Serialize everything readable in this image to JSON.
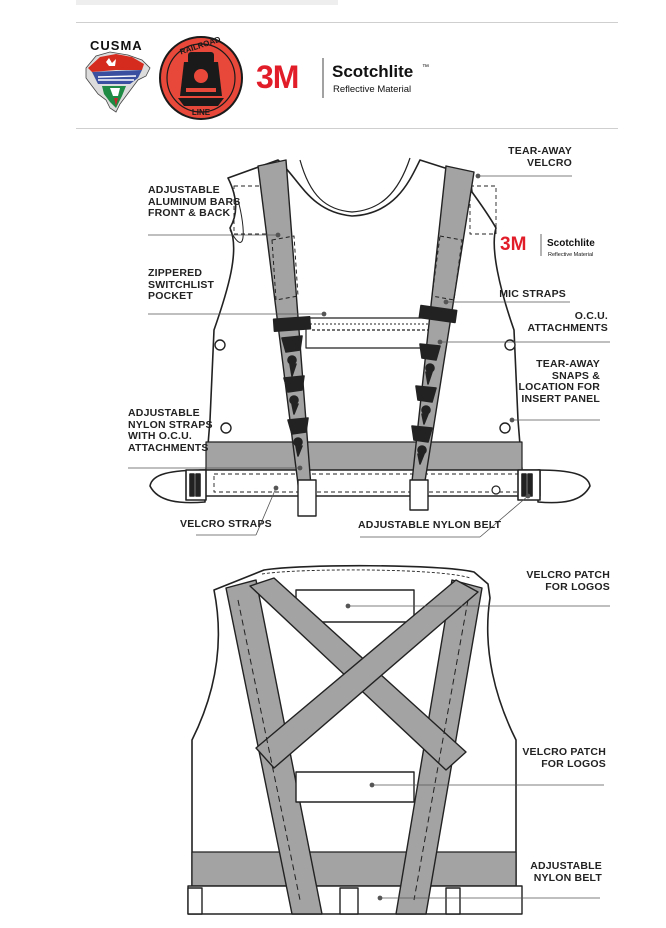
{
  "logos": {
    "cusma": "CUSMA",
    "railroad_top": "RAILROAD",
    "railroad_bottom": "LINE",
    "brand_3m": "3M",
    "scotchlite": "Scotchlite",
    "trademark": "™",
    "reflective": "Reflective Material"
  },
  "front_labels": {
    "tear_away_velcro": "TEAR-AWAY\nVELCRO",
    "aluminum_bars": "ADJUSTABLE\nALUMINUM BARS\nFRONT & BACK",
    "zippered_pocket": "ZIPPERED\nSWITCHLIST\nPOCKET",
    "mic_straps": "MIC STRAPS",
    "ocu_attachments": "O.C.U.\nATTACHMENTS",
    "tear_away_snaps": "TEAR-AWAY\nSNAPS &\nLOCATION FOR\nINSERT PANEL",
    "nylon_straps": "ADJUSTABLE\nNYLON STRAPS\nWITH O.C.U.\nATTACHMENTS",
    "velcro_straps": "VELCRO STRAPS",
    "nylon_belt": "ADJUSTABLE NYLON BELT"
  },
  "back_labels": {
    "velcro_patch_top": "VELCRO PATCH\nFOR LOGOS",
    "velcro_patch_bottom": "VELCRO PATCH\nFOR LOGOS",
    "nylon_belt": "ADJUSTABLE\nNYLON BELT"
  },
  "colors": {
    "strap_gray": "#a3a3a3",
    "outline": "#222222",
    "logo_red": "#e21d2a",
    "badge_red": "#e8483a"
  }
}
